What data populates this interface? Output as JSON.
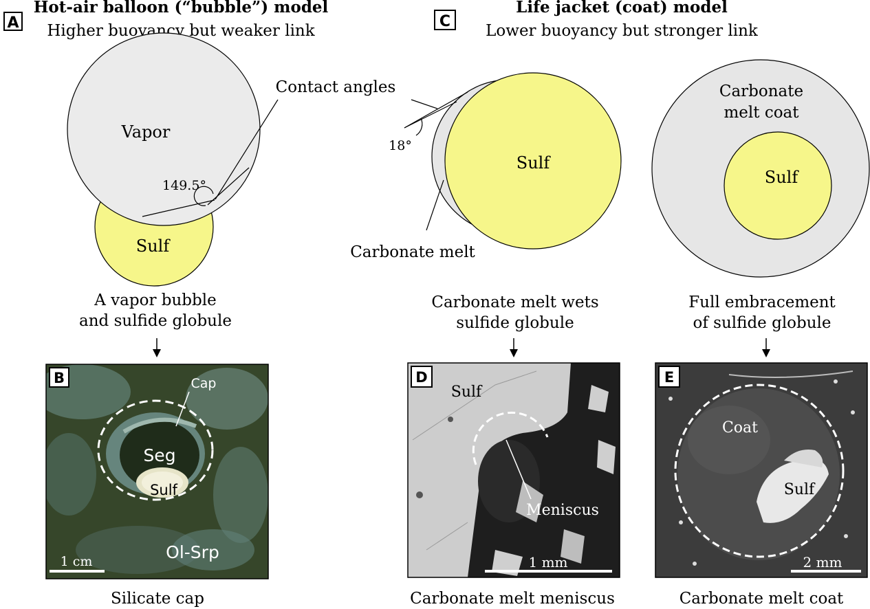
{
  "panel_a": {
    "letter": "A",
    "title": "Hot-air balloon (“bubble”) model",
    "subtitle": "Higher buoyancy but weaker link",
    "vapor_label": "Vapor",
    "sulf_label": "Sulf",
    "angle_label": "149.5°",
    "caption": [
      "A vapor bubble",
      "and sulfide globule"
    ]
  },
  "contact_angles_label": "Contact angles",
  "panel_c": {
    "letter": "C",
    "title": "Life jacket (coat) model",
    "subtitle": "Lower buoyancy but stronger link",
    "angle_label": "18°",
    "sulf_label": "Sulf",
    "carbonate_label": "Carbonate melt",
    "caption": [
      "Carbonate melt wets",
      "sulfide globule"
    ],
    "coat_label": [
      "Carbonate",
      "melt coat"
    ],
    "coat_sulf_label": "Sulf",
    "coat_caption": [
      "Full embracement",
      "of sulfide globule"
    ]
  },
  "panel_b": {
    "letter": "B",
    "cap_label": "Cap",
    "seg_label": "Seg",
    "sulf_label": "Sulf",
    "host_label": "Ol-Srp",
    "scale_label": "1 cm",
    "caption": "Silicate cap"
  },
  "panel_d": {
    "letter": "D",
    "sulf_label": "Sulf",
    "meniscus_label": "Meniscus",
    "scale_label": "1 mm",
    "caption": "Carbonate melt meniscus"
  },
  "panel_e": {
    "letter": "E",
    "coat_label": "Coat",
    "sulf_label": "Sulf",
    "scale_label": "2 mm",
    "caption": "Carbonate melt coat"
  },
  "colors": {
    "vapor_fill": "#ebebeb",
    "sulfide_fill": "#f6f68a",
    "carbonate_fill": "#e6e6e6",
    "photo_b_base": "#3a4a2c",
    "photo_d_base": "#c8c8c8",
    "photo_e_base": "#4a4a4a"
  }
}
